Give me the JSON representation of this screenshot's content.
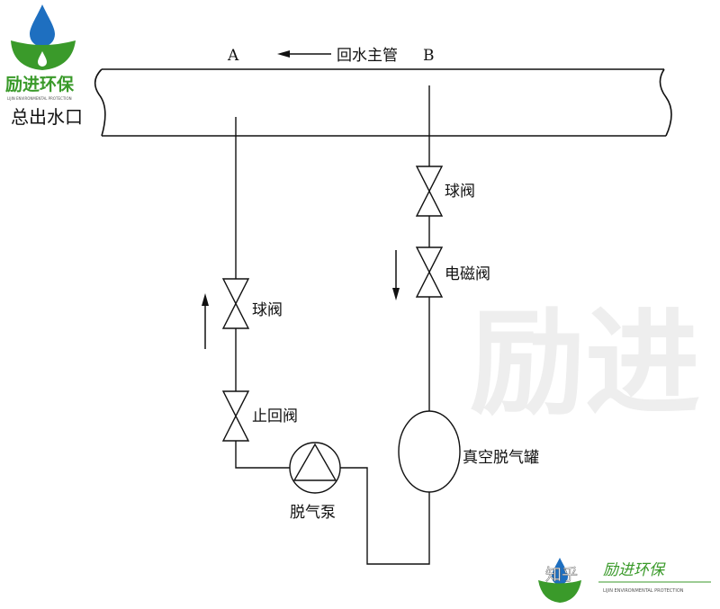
{
  "watermark": "励进",
  "logo_top": {
    "name": "励进环保",
    "subtitle": "LIJIN ENVIRONMENTAL PROTECTION"
  },
  "logo_bottom": {
    "prefix": "知乎",
    "name": "励进环保",
    "subtitle": "LIJIN ENVIRONMENTAL PROTECTION"
  },
  "labels": {
    "point_a": "A",
    "point_b": "B",
    "return_main": "回水主管",
    "main_outlet": "总出水口",
    "ball_valve_left": "球阀",
    "check_valve": "止回阀",
    "pump": "脱气泵",
    "ball_valve_right": "球阀",
    "solenoid_valve": "电磁阀",
    "tank": "真空脱气罐"
  },
  "colors": {
    "logo_green": "#3a9a2a",
    "logo_blue": "#1e6fc0",
    "line": "#111111",
    "watermark": "#ececec"
  }
}
